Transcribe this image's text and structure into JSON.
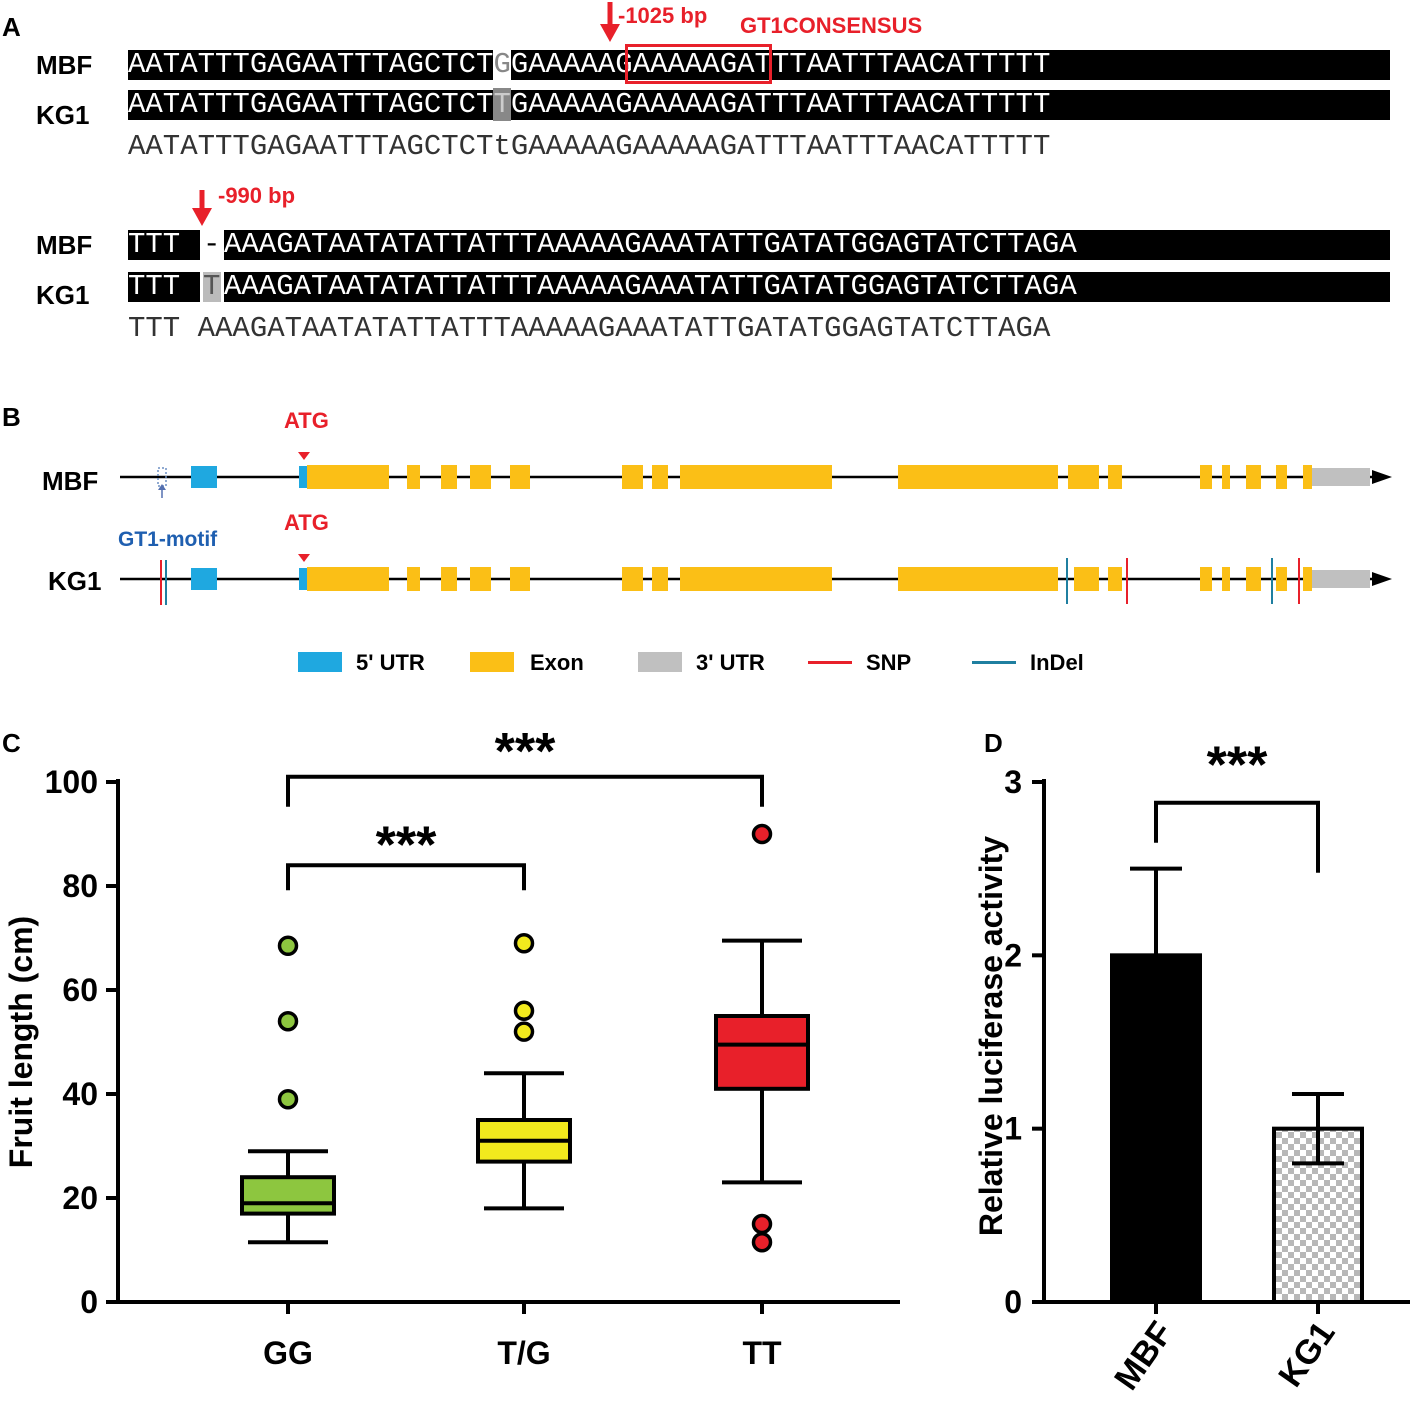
{
  "panel_a": {
    "letter": "A",
    "block1": {
      "names": [
        "MBF",
        "KG1"
      ],
      "mbf_left": "AATATTTGAGAATTTAGCTCT",
      "mbf_mid": "G",
      "mbf_right": "GAAAAAGAAAAAGATTTAATTTAACATTTTT",
      "kg1_left": "AATATTTGAGAATTTAGCTCT",
      "kg1_mid": "T",
      "kg1_right": "GAAAAAGAAAAAGATTTAATTTAACATTTTT",
      "consensus": "AATATTTGAGAATTTAGCTCTtGAAAAAGAAAAAGATTTAATTTAACATTTTT",
      "arrow_label": "-1025 bp",
      "motif_label": "GT1CONSENSUS"
    },
    "block2": {
      "names": [
        "MBF",
        "KG1"
      ],
      "mbf_left": "TTT",
      "mbf_gap": "-",
      "mbf_right": "AAAGATAATATATTATTTAAAAAGAAATATTGATATGGAGTATCTTAGA",
      "kg1_left": "TTT",
      "kg1_gap": "T",
      "kg1_right": "AAAGATAATATATTATTTAAAAAGAAATATTGATATGGAGTATCTTAGA",
      "consensus": "TTT AAAGATAATATATTATTTAAAAAGAAATATTGATATGGAGTATCTTAGA",
      "arrow_label": "-990 bp"
    }
  },
  "panel_b": {
    "letter": "B",
    "genes": [
      "MBF",
      "KG1"
    ],
    "atg_label": "ATG",
    "motif_label": "GT1-motif",
    "legend": [
      {
        "label": "5' UTR",
        "color": "#1fa8e0",
        "kind": "box"
      },
      {
        "label": "Exon",
        "color": "#fbbf16",
        "kind": "box"
      },
      {
        "label": "3' UTR",
        "color": "#c0c0c0",
        "kind": "box"
      },
      {
        "label": "SNP",
        "color": "#e8202a",
        "kind": "line"
      },
      {
        "label": "InDel",
        "color": "#1f7fa0",
        "kind": "line"
      }
    ]
  },
  "panel_c": {
    "letter": "C",
    "significance": [
      "***",
      "***"
    ]
  },
  "panel_d": {
    "letter": "D",
    "significance": "***"
  },
  "chart_data": [
    {
      "type": "box",
      "ylabel": "Fruit length (cm)",
      "ylim": [
        0,
        100
      ],
      "yticks": [
        0,
        20,
        40,
        60,
        80,
        100
      ],
      "categories": [
        "GG",
        "T/G",
        "TT"
      ],
      "colors": [
        "#8dc63f",
        "#f2ea1d",
        "#e8202a"
      ],
      "boxes": [
        {
          "category": "GG",
          "whisker_low": 11.5,
          "q1": 17,
          "median": 19,
          "q3": 24,
          "whisker_high": 29,
          "outliers": [
            39,
            54,
            68.5
          ]
        },
        {
          "category": "T/G",
          "whisker_low": 18,
          "q1": 27,
          "median": 31,
          "q3": 35,
          "whisker_high": 44,
          "outliers": [
            52,
            56,
            69
          ]
        },
        {
          "category": "TT",
          "whisker_low": 23,
          "q1": 41,
          "median": 49.5,
          "q3": 55,
          "whisker_high": 69.5,
          "outliers": [
            11.5,
            15,
            90
          ]
        }
      ],
      "comparisons": [
        {
          "from": "GG",
          "to": "T/G",
          "label": "***"
        },
        {
          "from": "GG",
          "to": "TT",
          "label": "***"
        }
      ]
    },
    {
      "type": "bar",
      "ylabel": "Relative luciferase activity",
      "ylim": [
        0,
        3
      ],
      "yticks": [
        0,
        1,
        2,
        3
      ],
      "categories": [
        "MBF",
        "KG1"
      ],
      "values": [
        2.0,
        1.0
      ],
      "errors": [
        0.5,
        0.2
      ],
      "fills": [
        "solid-black",
        "checkered-gray"
      ],
      "comparisons": [
        {
          "from": "MBF",
          "to": "KG1",
          "label": "***"
        }
      ]
    }
  ]
}
